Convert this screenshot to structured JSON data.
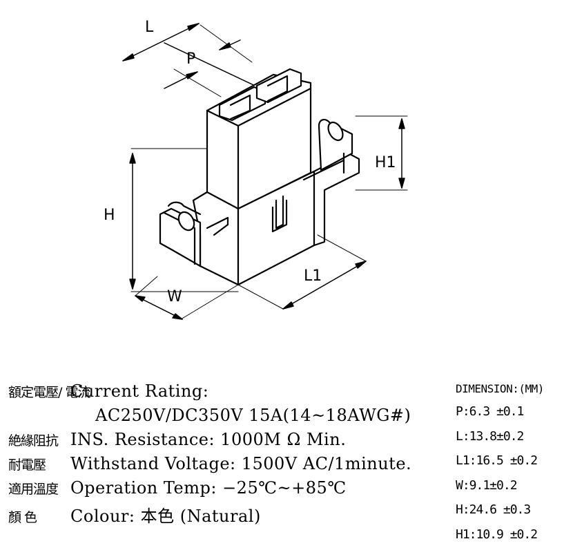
{
  "drawing": {
    "labels": {
      "L": "L",
      "P": "P",
      "H": "H",
      "H1": "H1",
      "W": "W",
      "L1": "L1"
    }
  },
  "specs": [
    {
      "label_zh": "額定電壓/ 電流",
      "text": "Current  Rating:"
    },
    {
      "label_zh": "",
      "text": "AC250V/DC350V  15A(14~18AWG#)"
    },
    {
      "label_zh": "絶緣阻抗",
      "text": "INS. Resistance: 1000M Ω Min."
    },
    {
      "label_zh": "耐電壓",
      "text": "Withstand  Voltage: 1500V  AC/1minute."
    },
    {
      "label_zh": "適用溫度",
      "text": "Operation  Temp: −25℃~+85℃"
    },
    {
      "label_zh": "顏    色",
      "text": "Colour:  本色 (Natural)"
    }
  ],
  "dimensions": {
    "title": "DIMENSION:(MM)",
    "rows": [
      "P:6.3 ±0.1",
      "L:13.8±0.2",
      "L1:16.5 ±0.2",
      "W:9.1±0.2",
      "H:24.6 ±0.3",
      "H1:10.9 ±0.2"
    ]
  }
}
